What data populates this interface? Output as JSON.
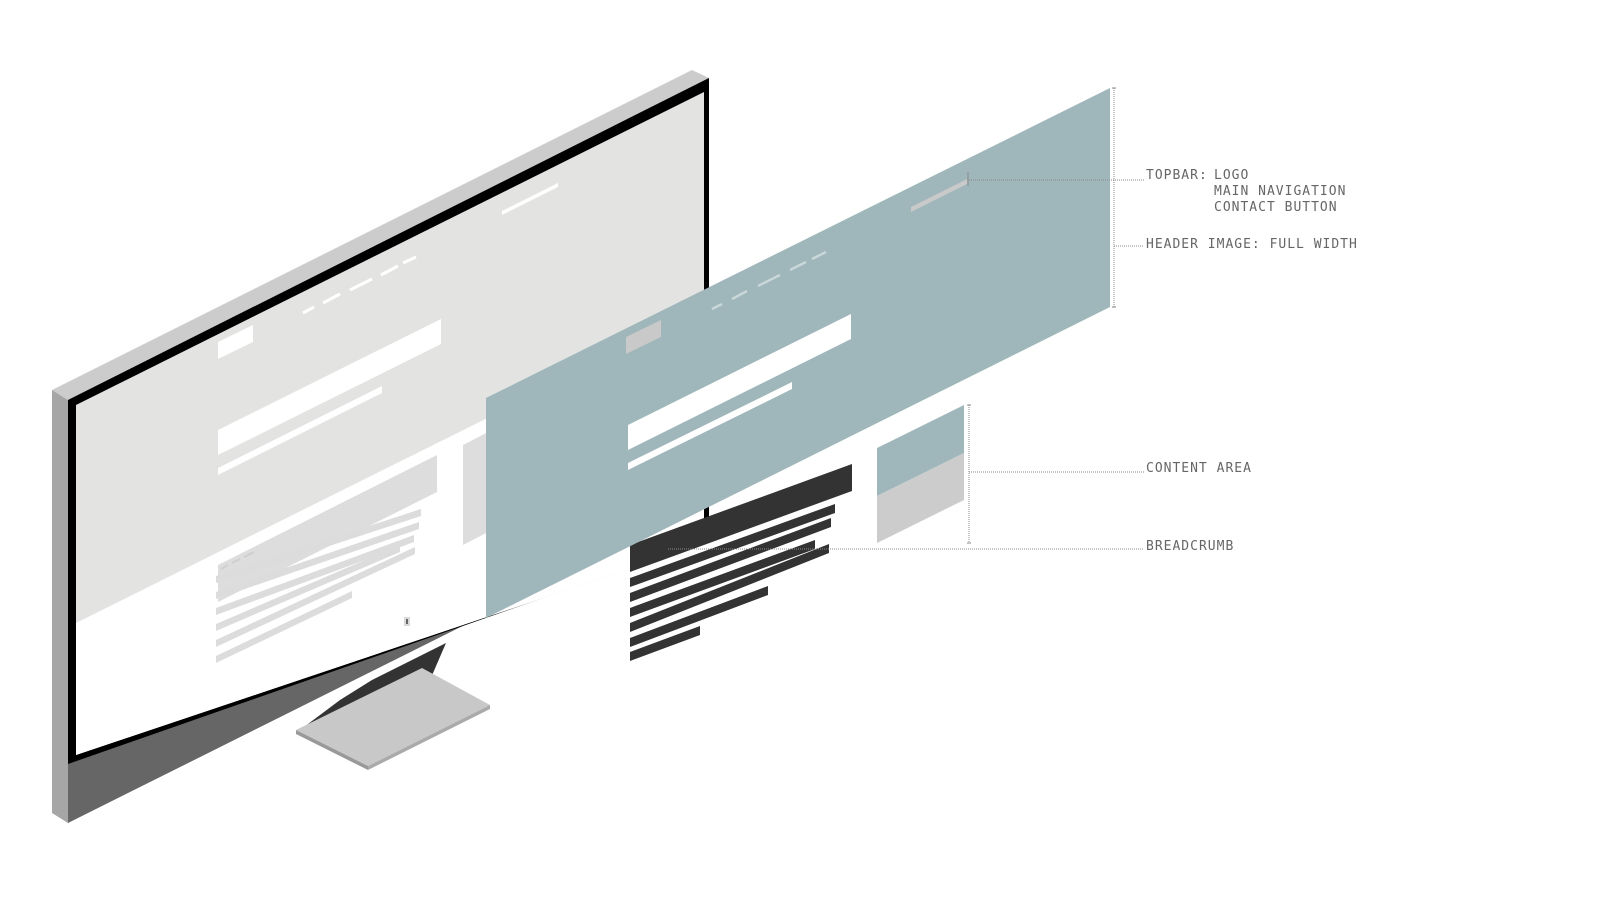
{
  "annotations": {
    "topbar": {
      "heading": "TOPBAR:",
      "items": [
        "LOGO",
        "MAIN NAVIGATION",
        "CONTACT BUTTON"
      ]
    },
    "header_image": "HEADER IMAGE: FULL WIDTH",
    "content_area": "CONTENT AREA",
    "breadcrumb": "BREADCRUMB"
  },
  "colors": {
    "screen_bg": "#e3e3e2",
    "screen_bottom": "#ffffff",
    "monitor_chin": "#666666",
    "monitor_side": "#a6a6a6",
    "monitor_top": "#cccccc",
    "bezel": "#000000",
    "stand_dark": "#333333",
    "stand_base": "#c8c8c8",
    "header_layer": "#9fb7ba",
    "text_block": "#333333",
    "sidebar_bottom": "#cccccc",
    "leader_line": "#888888",
    "label_text": "#666666"
  },
  "icons": [
    "power-button-icon"
  ]
}
